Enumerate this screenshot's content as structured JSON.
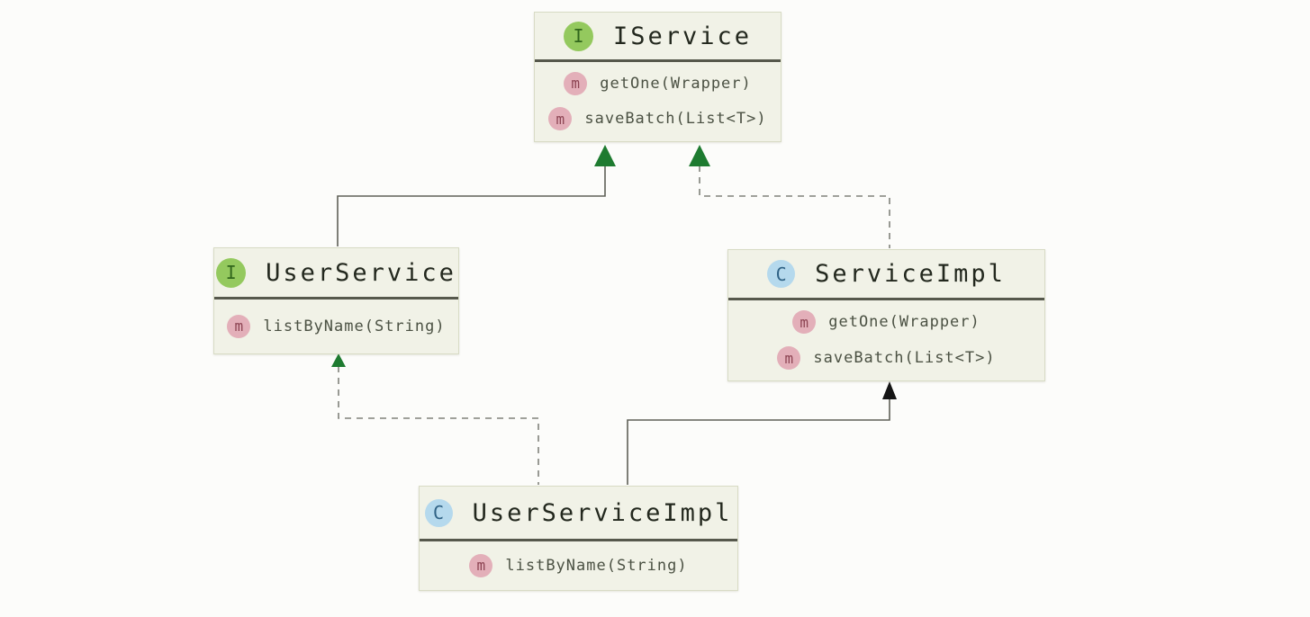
{
  "diagram": {
    "kind": "uml-class-diagram",
    "colors": {
      "page_bg": "#fcfcfa",
      "box_bg": "#f1f2e7",
      "box_border": "#d8dbc5",
      "separator": "#56584c",
      "title_text": "#23281e",
      "method_text": "#4b5143",
      "interface_badge_bg": "#94c95e",
      "interface_badge_text": "#31661c",
      "class_badge_bg": "#b5d9ed",
      "class_badge_text": "#2f6285",
      "method_badge_bg": "#e3afb9",
      "method_badge_text": "#8c4352",
      "solid_line": "#5f6057",
      "dashed_line": "#80817a",
      "arrow_green": "#1e7b30",
      "arrow_black": "#141414"
    },
    "nodes": [
      {
        "id": "IService",
        "kind": "interface",
        "badge": "I",
        "name": "IService",
        "methods": [
          {
            "badge": "m",
            "signature": "getOne(Wrapper)"
          },
          {
            "badge": "m",
            "signature": "saveBatch(List<T>)"
          }
        ]
      },
      {
        "id": "UserService",
        "kind": "interface",
        "badge": "I",
        "name": "UserService",
        "methods": [
          {
            "badge": "m",
            "signature": "listByName(String)"
          }
        ]
      },
      {
        "id": "ServiceImpl",
        "kind": "class",
        "badge": "C",
        "name": "ServiceImpl",
        "methods": [
          {
            "badge": "m",
            "signature": "getOne(Wrapper)"
          },
          {
            "badge": "m",
            "signature": "saveBatch(List<T>)"
          }
        ]
      },
      {
        "id": "UserServiceImpl",
        "kind": "class",
        "badge": "C",
        "name": "UserServiceImpl",
        "methods": [
          {
            "badge": "m",
            "signature": "listByName(String)"
          }
        ]
      }
    ],
    "relations": [
      {
        "from": "UserService",
        "to": "IService",
        "type": "extends",
        "line_style": "solid",
        "arrowhead": "green-filled-triangle"
      },
      {
        "from": "ServiceImpl",
        "to": "IService",
        "type": "implements",
        "line_style": "dashed",
        "arrowhead": "green-filled-triangle"
      },
      {
        "from": "UserServiceImpl",
        "to": "UserService",
        "type": "implements",
        "line_style": "dashed",
        "arrowhead": "green-filled-triangle"
      },
      {
        "from": "UserServiceImpl",
        "to": "ServiceImpl",
        "type": "extends",
        "line_style": "solid",
        "arrowhead": "black-filled-triangle"
      }
    ]
  }
}
